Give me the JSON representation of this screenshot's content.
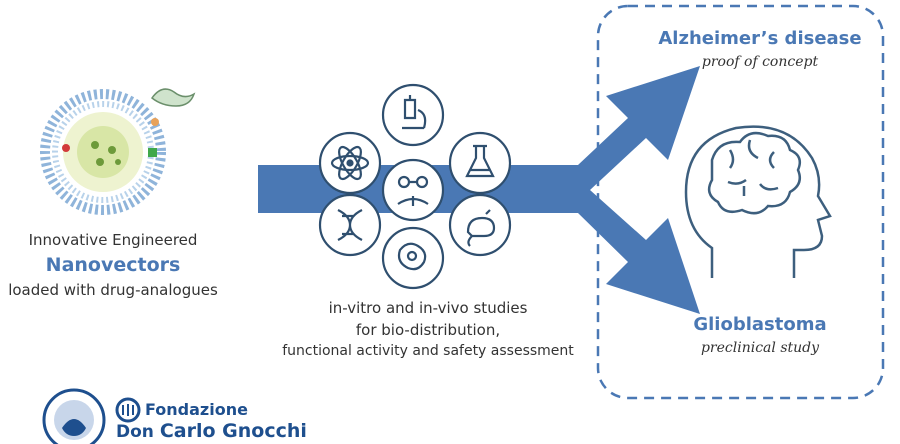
{
  "nanovector": {
    "line1": "Innovative Engineered",
    "highlight": "Nanovectors",
    "line3": "loaded with drug-analogues"
  },
  "studies": {
    "line1": "in-vitro and in-vivo studies",
    "line2": "for bio-distribution,",
    "line3": "functional activity and safety assessment",
    "icons": [
      "microscope-icon",
      "flask-icon",
      "mouse-icon",
      "cell-icon",
      "dna-icon",
      "atom-icon",
      "reading-icon"
    ]
  },
  "outcomes": {
    "top_title": "Alzheimer’s disease",
    "top_sub": "proof of concept",
    "bottom_title": "Glioblastoma",
    "bottom_sub": "preclinical study"
  },
  "logo": {
    "line1": "Fondazione",
    "line2a": "Don",
    "line2b": "Carlo Gnocchi"
  },
  "colors": {
    "arrow": "#4a78b4",
    "icon_stroke": "#2f4f6f",
    "dashed_border": "#4a78b4",
    "brain": "#3d5f7e",
    "logo_blue": "#1e4f8e"
  }
}
